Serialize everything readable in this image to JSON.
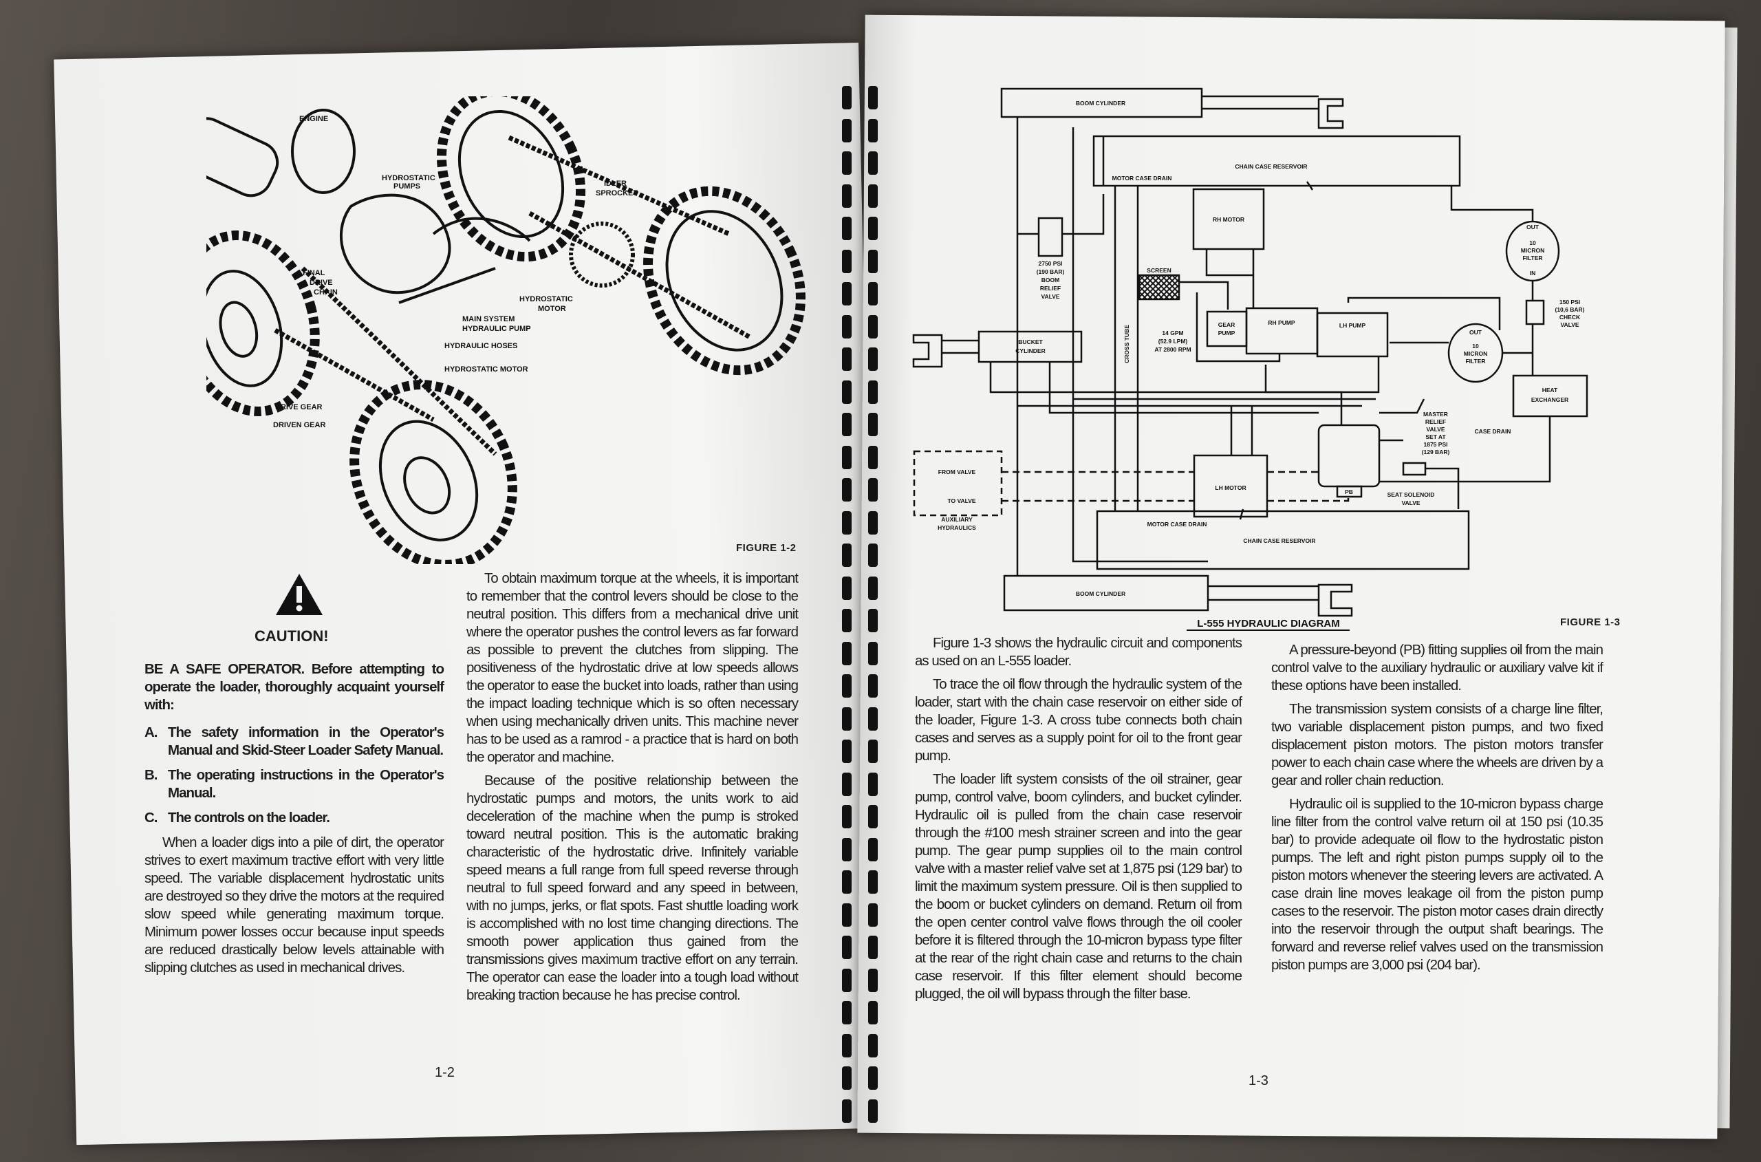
{
  "left_page": {
    "figure_label": "FIGURE 1-2",
    "illustration_labels": {
      "engine": "ENGINE",
      "hydrostatic_pumps": [
        "HYDROSTATIC",
        "PUMPS"
      ],
      "idler_sprocket": [
        "IDLER",
        "SPROCKET"
      ],
      "final_drive_chain": [
        "FINAL",
        "DRIVE",
        "CHAIN"
      ],
      "hydrostatic_motor_upper": [
        "HYDROSTATIC",
        "MOTOR"
      ],
      "main_system_pump": [
        "MAIN SYSTEM",
        "HYDRAULIC PUMP"
      ],
      "hydraulic_hoses": "HYDRAULIC HOSES",
      "hydrostatic_motor_lower": "HYDROSTATIC MOTOR",
      "drive_gear": "DRIVE GEAR",
      "driven_gear": "DRIVEN GEAR"
    },
    "caution": {
      "icon": "warning-triangle-icon",
      "title": "CAUTION!"
    },
    "safety_intro": "BE A SAFE OPERATOR. Before attempting to operate the loader, thoroughly acquaint yourself with:",
    "safety_items": [
      {
        "letter": "A.",
        "text": "The safety information in the Operator's Manual and Skid-Steer Loader Safety Manual."
      },
      {
        "letter": "B.",
        "text": "The operating instructions in the Operator's Manual."
      },
      {
        "letter": "C.",
        "text": "The controls on the loader."
      }
    ],
    "left_column_paragraph": "When a loader digs into a pile of dirt, the operator strives to exert maximum tractive effort with very little speed. The variable displacement hydrostatic units are destroyed so they drive the motors at the required slow speed while generating maximum torque. Minimum power losses occur because input speeds are reduced drastically below levels attainable with slipping clutches as used in mechanical drives.",
    "right_column_paragraphs": [
      "To obtain maximum torque at the wheels, it is important to remember that the control levers should be close to the neutral position. This differs from a mechanical drive unit where the operator pushes the control levers as far forward as possible to prevent the clutches from slipping. The positiveness of the hydrostatic drive at low speeds allows the operator to ease the bucket into loads, rather than using the impact loading technique which is so often necessary when using mechanically driven units. This machine never has to be used as a ramrod - a practice that is hard on both the operator and machine.",
      "Because of the positive relationship between the hydrostatic pumps and motors, the units work to aid deceleration of the machine when the pump is stroked toward neutral position. This is the automatic braking characteristic of the hydrostatic drive. Infinitely variable speed means a full range from full speed reverse through neutral to full speed forward and any speed in between, with no jumps, jerks, or flat spots. Fast shuttle loading work is accomplished with no lost time changing directions. The smooth power application thus gained from the transmissions gives maximum tractive effort on any terrain. The operator can ease the loader into a tough load without breaking traction because he has precise control."
    ],
    "page_number": "1-2"
  },
  "right_page": {
    "diagram": {
      "title": "L-555 HYDRAULIC DIAGRAM",
      "boom_cylinder": "BOOM CYLINDER",
      "chain_case_reservoir": "CHAIN CASE RESERVOIR",
      "motor_case_drain": "MOTOR CASE DRAIN",
      "rh_motor": "RH MOTOR",
      "lh_motor": "LH MOTOR",
      "boom_relief_valve": [
        "2750 PSI",
        "(190 BAR)",
        "BOOM",
        "RELIEF",
        "VALVE"
      ],
      "screen": "SCREEN",
      "cross_tube": "CROSS TUBE",
      "gear_pump": [
        "GEAR",
        "PUMP"
      ],
      "rh_pump": "RH PUMP",
      "lh_pump": "LH PUMP",
      "flow_rate": [
        "14 GPM",
        "(52.9 LPM)",
        "AT 2800 RPM"
      ],
      "bucket_cylinder": [
        "BUCKET",
        "CYLINDER"
      ],
      "filter_out": "OUT",
      "filter_in": "IN",
      "micron_filter": [
        "10",
        "MICRON",
        "FILTER"
      ],
      "check_valve": [
        "150 PSI",
        "(10,6 BAR)",
        "CHECK",
        "VALVE"
      ],
      "heat_exchanger": [
        "HEAT",
        "EXCHANGER"
      ],
      "master_relief_valve": [
        "MASTER",
        "RELIEF",
        "VALVE",
        "SET AT",
        "1875 PSI",
        "(129 BAR)"
      ],
      "case_drain": "CASE DRAIN",
      "pb": "PB",
      "seat_solenoid_valve": [
        "SEAT SOLENOID",
        "VALVE"
      ],
      "from_valve": "FROM VALVE",
      "to_valve": "TO VALVE",
      "auxiliary_hydraulics": [
        "AUXILIARY",
        "HYDRAULICS"
      ]
    },
    "figure_label": "FIGURE 1-3",
    "left_column_paragraphs": [
      "Figure 1-3 shows the hydraulic circuit and components as used on an L-555 loader.",
      "To trace the oil flow through the hydraulic system of the loader, start with the chain case reservoir on either side of the loader, Figure 1-3. A cross tube connects both chain cases and serves as a supply point for oil to the front gear pump.",
      "The loader lift system consists of the oil strainer, gear pump, control valve, boom cylinders, and bucket cylinder. Hydraulic oil is pulled from the chain case reservoir through the #100 mesh strainer screen and into the gear pump. The gear pump supplies oil to the main control valve with a master relief valve set at 1,875 psi (129 bar) to limit the maximum system pressure. Oil is then supplied to the boom or bucket cylinders on demand. Return oil from the open center control valve flows through the oil cooler before it is filtered through the 10-micron bypass type filter at the rear of the right chain case and returns to the chain case reservoir. If this filter element should become plugged, the oil will bypass through the filter base."
    ],
    "right_column_paragraphs": [
      "A pressure-beyond (PB) fitting supplies oil from the main control valve to the auxiliary hydraulic or auxiliary valve kit if these options have been installed.",
      "The transmission system consists of a charge line filter, two variable displacement piston pumps, and two fixed displacement piston motors. The piston motors transfer power to each chain case where the wheels are driven by a gear and roller chain reduction.",
      "Hydraulic oil is supplied to the 10-micron bypass charge line filter from the control valve return oil at 150 psi (10.35 bar) to provide adequate oil flow to the hydrostatic piston pumps. The left and right piston pumps supply oil to the piston motors whenever the steering levers are activated. A case drain line moves leakage oil from the piston pump cases to the reservoir. The piston motor cases drain directly into the reservoir through the output shaft bearings. The forward and reverse relief valves used on the transmission piston pumps are 3,000 psi (204 bar)."
    ],
    "page_number": "1-3"
  }
}
